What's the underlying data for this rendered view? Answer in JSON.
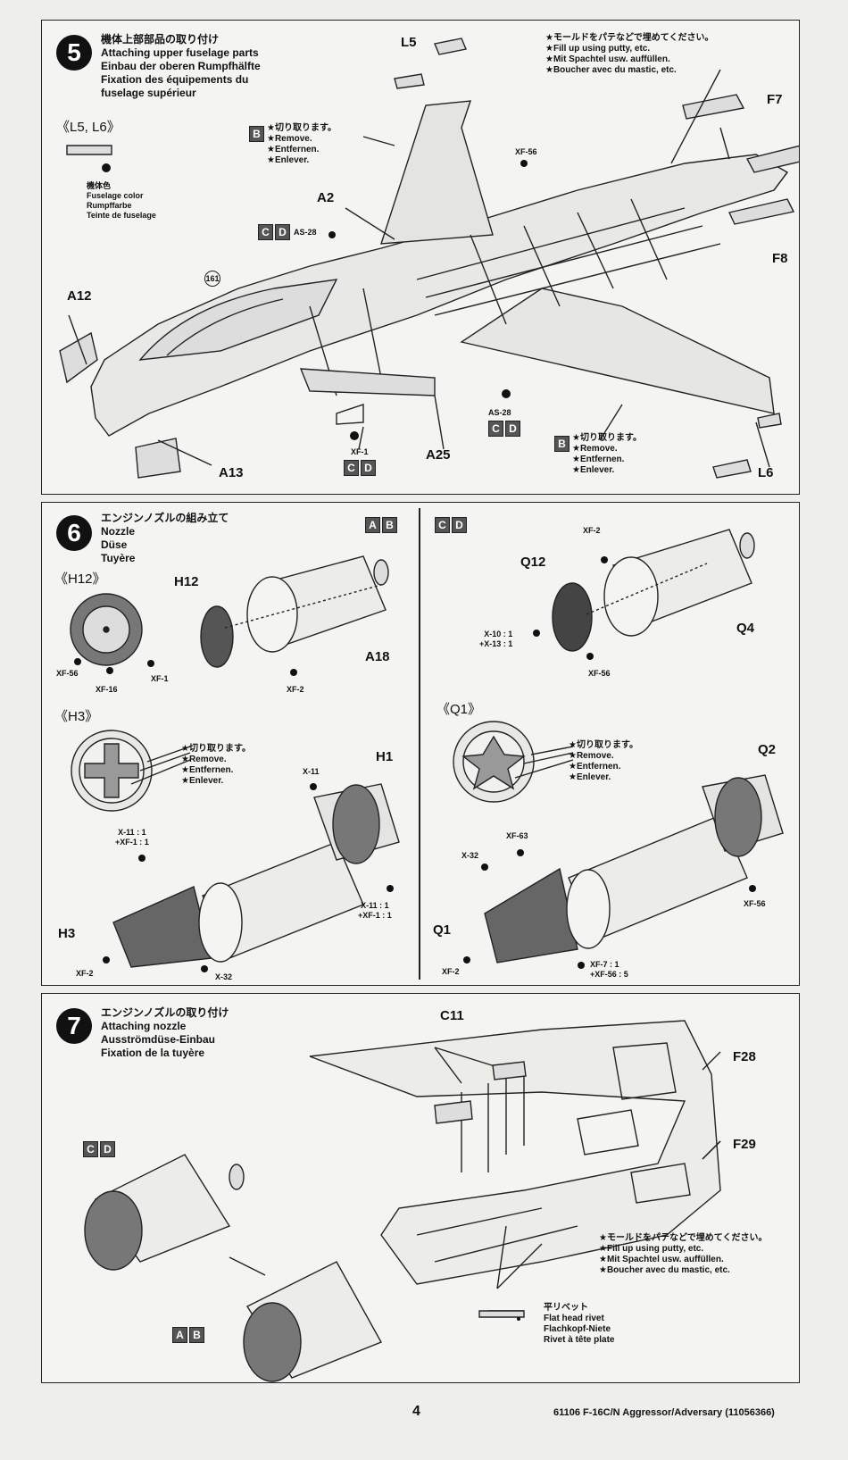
{
  "step5": {
    "number": "5",
    "title": [
      "機体上部部品の取り付け",
      "Attaching upper fuselage parts",
      "Einbau der oberen Rumpfhälfte",
      "Fixation des équipements du",
      "fuselage supérieur"
    ],
    "sub_heading": "《L5, L6》",
    "color_note": [
      "機体色",
      "Fuselage color",
      "Rumpffarbe",
      "Teinte de fuselage"
    ],
    "remove_note": [
      "★切り取ります。",
      "★Remove.",
      "★Entfernen.",
      "★Enlever."
    ],
    "putty_note": [
      "★モールドをパテなどで埋めてください。",
      "★Fill up using putty, etc.",
      "★Mit Spachtel usw. auffüllen.",
      "★Boucher avec du mastic, etc."
    ],
    "remove_note2": [
      "★切り取ります。",
      "★Remove.",
      "★Entfernen.",
      "★Enlever."
    ],
    "parts": {
      "L5": "L5",
      "F7": "F7",
      "F8": "F8",
      "A2": "A2",
      "A12": "A12",
      "A13": "A13",
      "A25": "A25",
      "L6": "L6"
    },
    "paints": {
      "xf56": "XF-56",
      "as28a": "AS-28",
      "as28b": "AS-28",
      "xf1": "XF-1"
    },
    "ref_step": "161",
    "badge_b": "B",
    "badge_b2": "B",
    "badge_c": "C",
    "badge_d": "D"
  },
  "step6": {
    "number": "6",
    "title": [
      "エンジンノズルの組み立て",
      "Nozzle",
      "Düse",
      "Tuyère"
    ],
    "left_badge": [
      "A",
      "B"
    ],
    "right_badge": [
      "C",
      "D"
    ],
    "h12_heading": "《H12》",
    "h3_heading": "《H3》",
    "q1_heading": "《Q1》",
    "remove_note": [
      "★切り取ります。",
      "★Remove.",
      "★Entfernen.",
      "★Enlever."
    ],
    "remove_note2": [
      "★切り取ります。",
      "★Remove.",
      "★Entfernen.",
      "★Enlever."
    ],
    "parts": {
      "H12": "H12",
      "A18": "A18",
      "H1": "H1",
      "H3": "H3",
      "Q12": "Q12",
      "Q4": "Q4",
      "Q2": "Q2",
      "Q1": "Q1"
    },
    "paints": {
      "xf56a": "XF-56",
      "xf16": "XF-16",
      "xf1": "XF-1",
      "xf2a": "XF-2",
      "x11": "X-11",
      "x11xf1a": "X-11 : 1",
      "x11xf1a2": "+XF-1 : 1",
      "x11xf1b": "X-11 : 1",
      "x11xf1b2": "+XF-1 : 1",
      "xf2b": "XF-2",
      "x32a": "X-32",
      "xf2c": "XF-2",
      "x10": "X-10 : 1",
      "x13": "+X-13 : 1",
      "xf56b": "XF-56",
      "xf63": "XF-63",
      "x32b": "X-32",
      "xf56c": "XF-56",
      "xf2d": "XF-2",
      "xf7": "XF-7 : 1",
      "xf56d": "+XF-56 : 5"
    }
  },
  "step7": {
    "number": "7",
    "title": [
      "エンジンノズルの取り付け",
      "Attaching nozzle",
      "Ausströmdüse-Einbau",
      "Fixation de la tuyère"
    ],
    "parts": {
      "C11": "C11",
      "F28": "F28",
      "F29": "F29"
    },
    "cd_badge": [
      "C",
      "D"
    ],
    "ab_badge": [
      "A",
      "B"
    ],
    "putty_note": [
      "★モールドをパテなどで埋めてください。",
      "★Fill up using putty, etc.",
      "★Mit Spachtel usw. auffüllen.",
      "★Boucher avec du mastic, etc."
    ],
    "rivet_note": [
      "平リベット",
      "Flat head rivet",
      "Flachkopf-Niete",
      "Rivet à tête plate"
    ]
  },
  "footer": {
    "page": "4",
    "product": "61106 F-16C/N Aggressor/Adversary (11056366)"
  }
}
